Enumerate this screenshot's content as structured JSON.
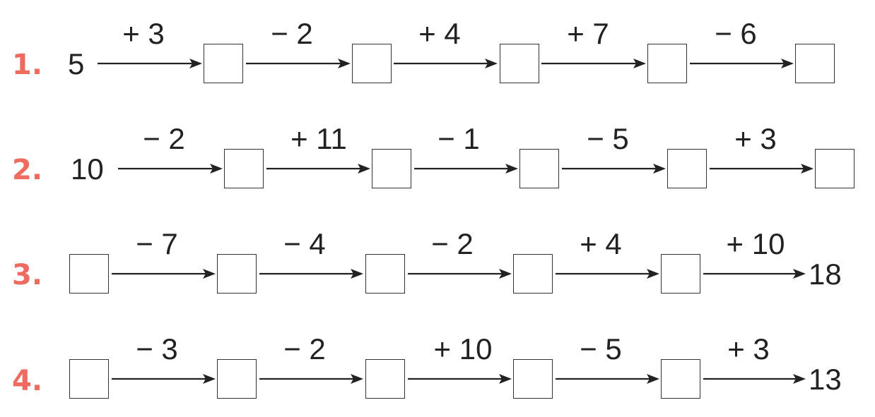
{
  "problems": [
    {
      "number": "1.",
      "start": "5",
      "end": "",
      "operations": [
        "+ 3",
        "− 2",
        "+ 4",
        "+ 7",
        "− 6"
      ]
    },
    {
      "number": "2.",
      "start": "10",
      "end": "",
      "operations": [
        "− 2",
        "+ 11",
        "− 1",
        "− 5",
        "+ 3"
      ]
    },
    {
      "number": "3.",
      "start": "",
      "end": "18",
      "operations": [
        "− 7",
        "− 4",
        "− 2",
        "+ 4",
        "+ 10"
      ]
    },
    {
      "number": "4.",
      "start": "",
      "end": "13",
      "operations": [
        "− 3",
        "− 2",
        "+ 10",
        "− 5",
        "+ 3"
      ]
    }
  ],
  "colors": {
    "number": "#ee6b5f",
    "ink": "#222222"
  }
}
